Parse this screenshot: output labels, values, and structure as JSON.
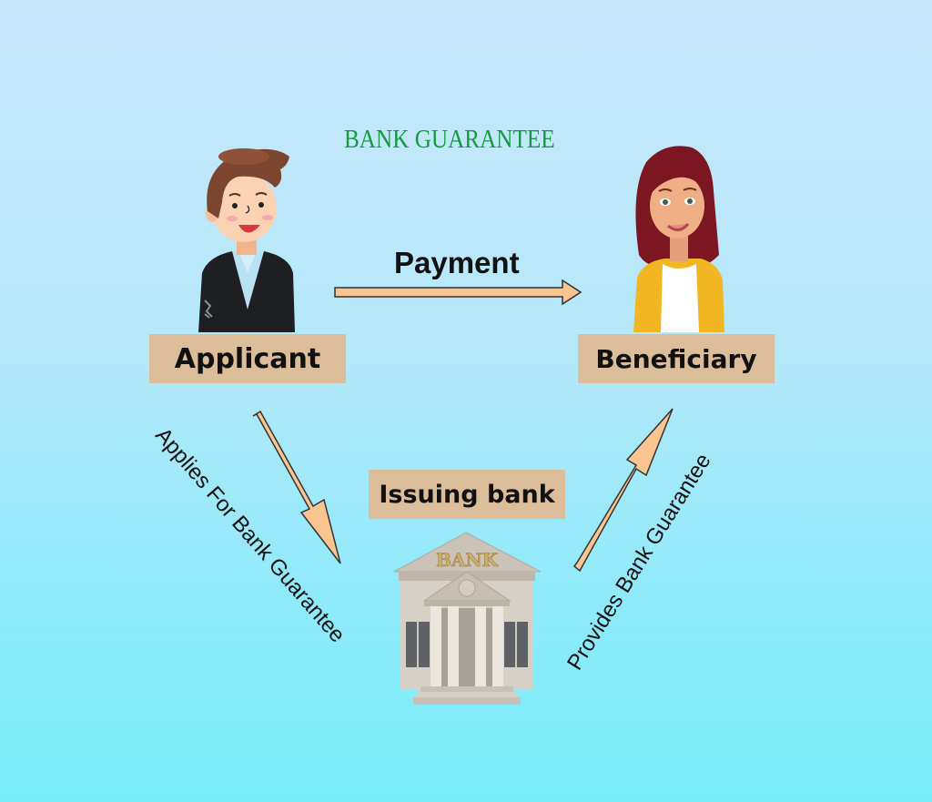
{
  "title": "BANK GUARANTEE",
  "nodes": {
    "applicant": {
      "label": "Applicant",
      "icon": "man-in-suit-icon"
    },
    "beneficiary": {
      "label": "Beneficiary",
      "icon": "woman-icon"
    },
    "issuing_bank": {
      "label": "Issuing bank",
      "icon": "bank-building-icon",
      "building_sign": "BANK"
    }
  },
  "edges": {
    "payment": {
      "label": "Payment",
      "from": "Applicant",
      "to": "Beneficiary"
    },
    "applies": {
      "label": "Applies For Bank Guarantee",
      "from": "Applicant",
      "to": "Issuing bank"
    },
    "provides": {
      "label": "Provides Bank Guarantee",
      "from": "Issuing bank",
      "to": "Beneficiary"
    }
  },
  "colors": {
    "title": "#159a3e",
    "label_box": "#dcbd99",
    "arrow_fill": "#fbc592",
    "bg_top": "#c9e6fb",
    "bg_bottom": "#78eefa"
  }
}
